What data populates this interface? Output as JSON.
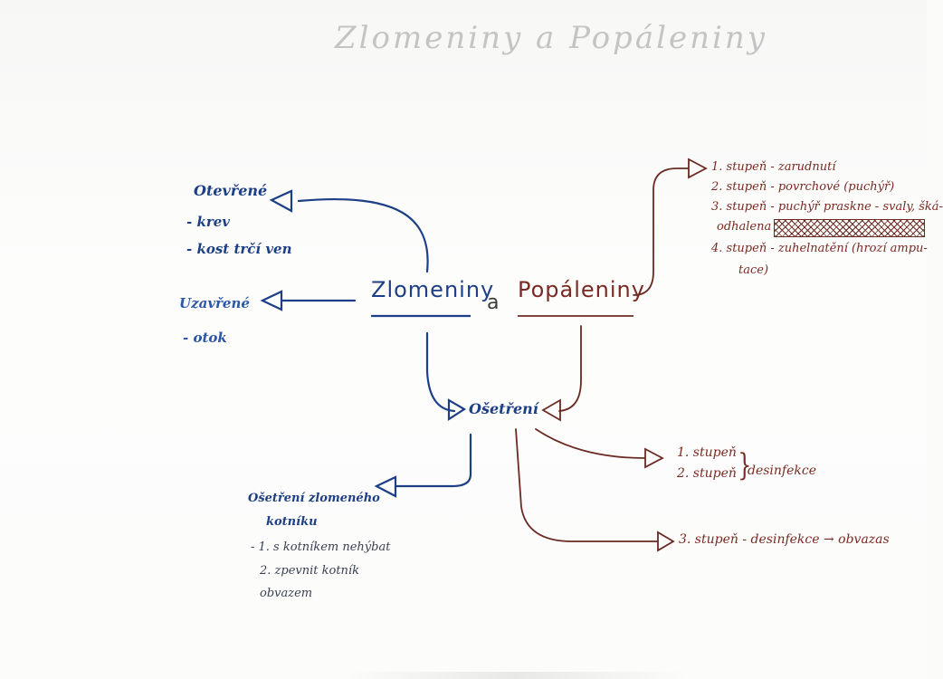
{
  "title": "Zlomeniny a Popáleniny",
  "center": {
    "left": "Zlomeniny",
    "and": "a",
    "right": "Popáleniny"
  },
  "fractures": {
    "open": {
      "heading": "Otevřené",
      "items": [
        "- krev",
        "- kost trčí ven"
      ]
    },
    "closed": {
      "heading": "Uzavřené",
      "items": [
        "- otok"
      ]
    }
  },
  "treatment": {
    "heading": "Ošetření",
    "fracture_block": {
      "heading_line1": "Ošetření zlomeného",
      "heading_line2": "kotníku",
      "steps": [
        "- 1. s kotníkem nehýbat",
        "2. zpevnit kotník",
        "obvazem"
      ]
    },
    "burn_lines": {
      "deg12": [
        "1. stupeň",
        "2. stupeň"
      ],
      "deg12_action": "desinfekce",
      "deg3": "3. stupeň - desinfekce → obvazas"
    }
  },
  "burns": {
    "degrees": [
      "1. stupeň - zarudnutí",
      "2. stupeň - povrchové (puchýř)",
      "3. stupeň - puchýř praskne - svaly, šká-",
      "odhalena",
      "4. stupeň - zuhelnatění (hrozí ampu-",
      "tace)"
    ]
  },
  "colors": {
    "blue": "#1d3f86",
    "red": "#7a2a22"
  }
}
